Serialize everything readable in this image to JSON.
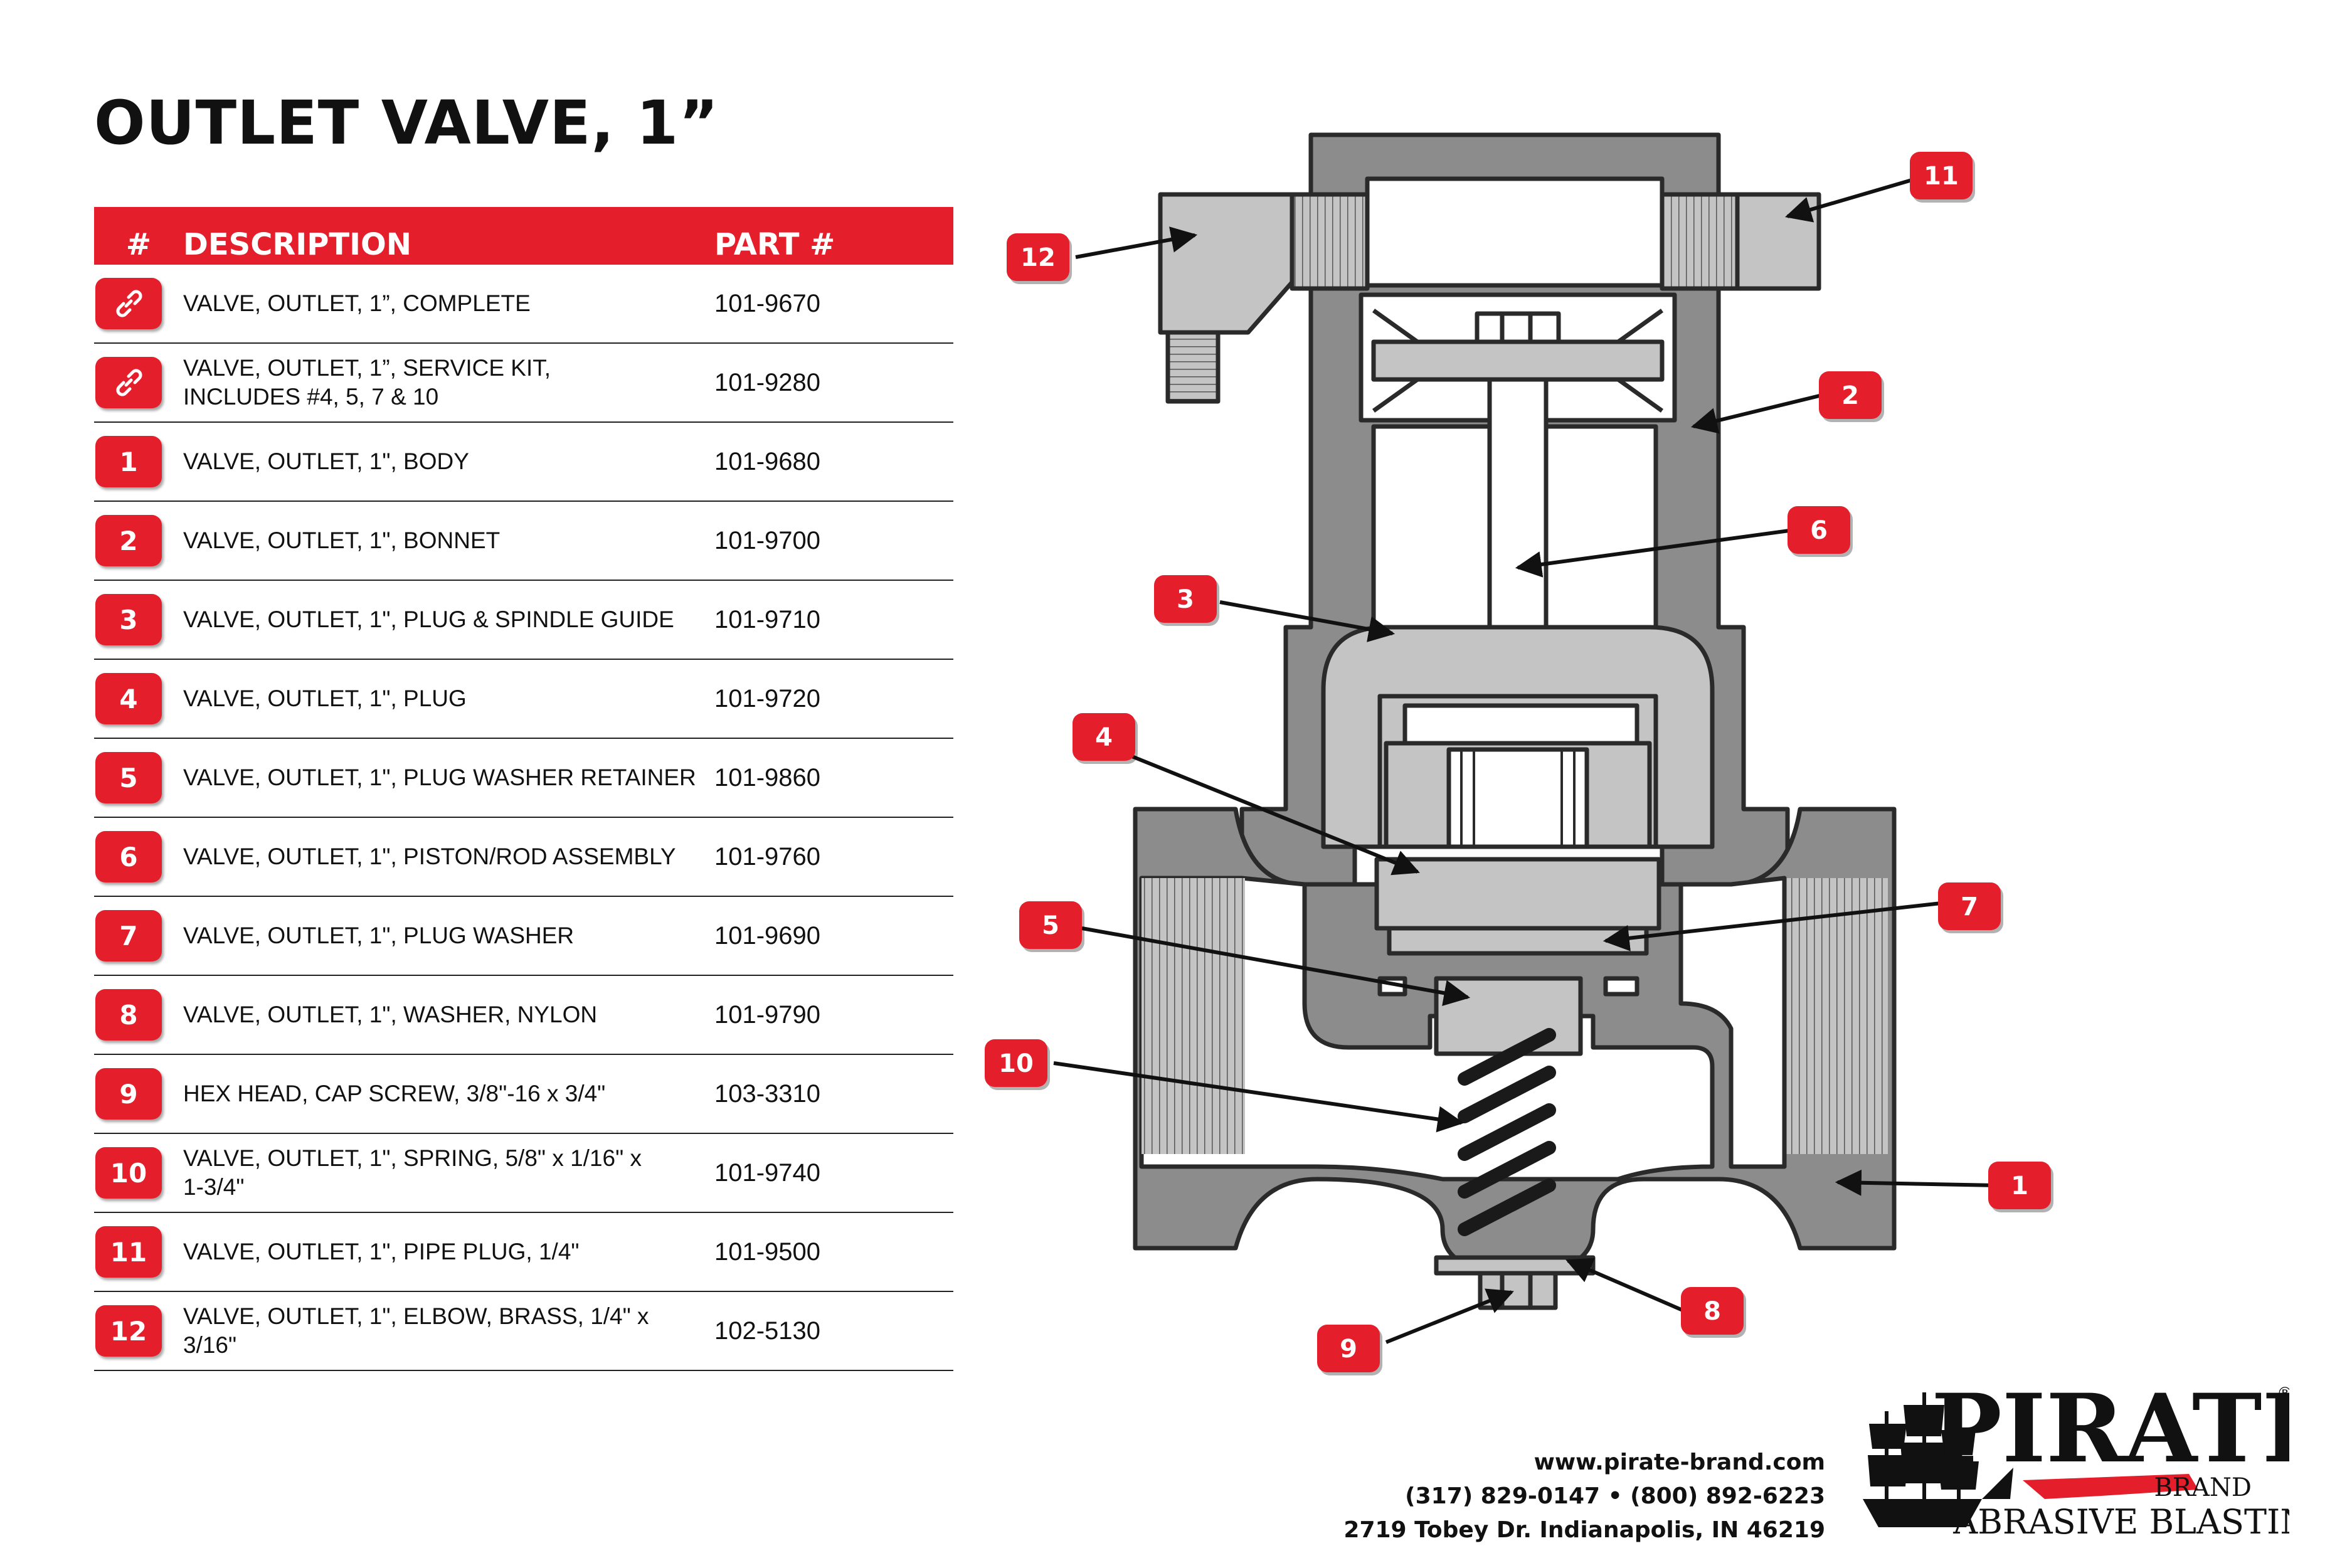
{
  "title": "OUTLET VALVE, 1”",
  "table": {
    "headers": {
      "num": "#",
      "description": "DESCRIPTION",
      "part": "PART #"
    },
    "rows": [
      {
        "badge": "link-icon",
        "description": "VALVE, OUTLET, 1”, COMPLETE",
        "part": "101-9670"
      },
      {
        "badge": "link-icon",
        "description": "VALVE, OUTLET, 1”, SERVICE KIT,\nINCLUDES #4, 5, 7 & 10",
        "part": "101-9280"
      },
      {
        "badge": "1",
        "description": "VALVE, OUTLET, 1\", BODY",
        "part": "101-9680"
      },
      {
        "badge": "2",
        "description": "VALVE, OUTLET, 1\", BONNET",
        "part": "101-9700"
      },
      {
        "badge": "3",
        "description": "VALVE, OUTLET, 1\", PLUG & SPINDLE GUIDE",
        "part": "101-9710"
      },
      {
        "badge": "4",
        "description": "VALVE, OUTLET, 1\", PLUG",
        "part": "101-9720"
      },
      {
        "badge": "5",
        "description": "VALVE, OUTLET, 1\", PLUG WASHER RETAINER",
        "part": "101-9860"
      },
      {
        "badge": "6",
        "description": "VALVE, OUTLET, 1\", PISTON/ROD ASSEMBLY",
        "part": "101-9760"
      },
      {
        "badge": "7",
        "description": "VALVE, OUTLET, 1\", PLUG WASHER",
        "part": "101-9690"
      },
      {
        "badge": "8",
        "description": "VALVE, OUTLET, 1\", WASHER, NYLON",
        "part": "101-9790"
      },
      {
        "badge": "9",
        "description": "HEX HEAD, CAP SCREW, 3/8\"-16 x 3/4\"",
        "part": "103-3310"
      },
      {
        "badge": "10",
        "description": "VALVE, OUTLET, 1\", SPRING, 5/8\" x 1/16\" x\n1-3/4\"",
        "part": "101-9740"
      },
      {
        "badge": "11",
        "description": "VALVE, OUTLET, 1\", PIPE PLUG, 1/4\"",
        "part": "101-9500"
      },
      {
        "badge": "12",
        "description": "VALVE, OUTLET, 1\", ELBOW, BRASS, 1/4\" x\n3/16\"",
        "part": "102-5130"
      }
    ]
  },
  "diagram": {
    "callouts": [
      "11",
      "12",
      "2",
      "6",
      "3",
      "4",
      "7",
      "5",
      "10",
      "1",
      "8",
      "9"
    ]
  },
  "footer": {
    "website": "www.pirate-brand.com",
    "phones": "(317) 829-0147 • (800) 892-6223",
    "address": "2719 Tobey Dr. Indianapolis, IN 46219"
  },
  "logo": {
    "name": "PIRATE",
    "brand": "BRAND",
    "tagline": "ABRASIVE BLASTING",
    "registered": "®"
  },
  "colors": {
    "accent_red": "#e41e2a",
    "body_gray": "#8c8c8c",
    "light_gray": "#c4c4c4",
    "dark_outline": "#2a2a2a"
  }
}
